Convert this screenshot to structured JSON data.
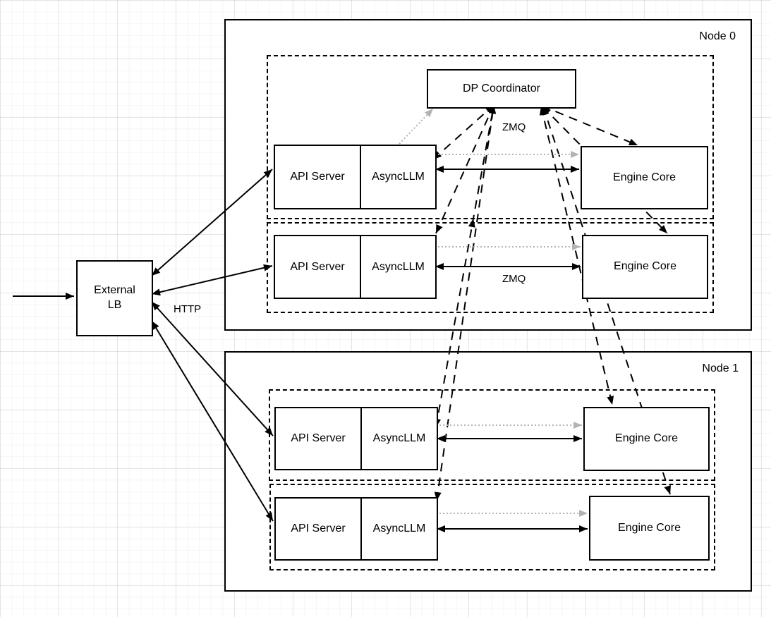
{
  "colors": {
    "stroke": "#000000",
    "dotted_arrow": "#b3b3b3",
    "shape_fill": "#ffffff"
  },
  "lb": {
    "line1": "External",
    "line2": "LB"
  },
  "http_label": "HTTP",
  "nodes": [
    {
      "title": "Node 0",
      "coordinator_label": "DP Coordinator",
      "zmq_label_coordinator": "ZMQ",
      "zmq_label_row2": "ZMQ",
      "replicas": [
        {
          "api": "API Server",
          "llm": "AsyncLLM",
          "engine": "Engine Core"
        },
        {
          "api": "API Server",
          "llm": "AsyncLLM",
          "engine": "Engine Core"
        }
      ]
    },
    {
      "title": "Node 1",
      "replicas": [
        {
          "api": "API Server",
          "llm": "AsyncLLM",
          "engine": "Engine Core"
        },
        {
          "api": "API Server",
          "llm": "AsyncLLM",
          "engine": "Engine Core"
        }
      ]
    }
  ]
}
